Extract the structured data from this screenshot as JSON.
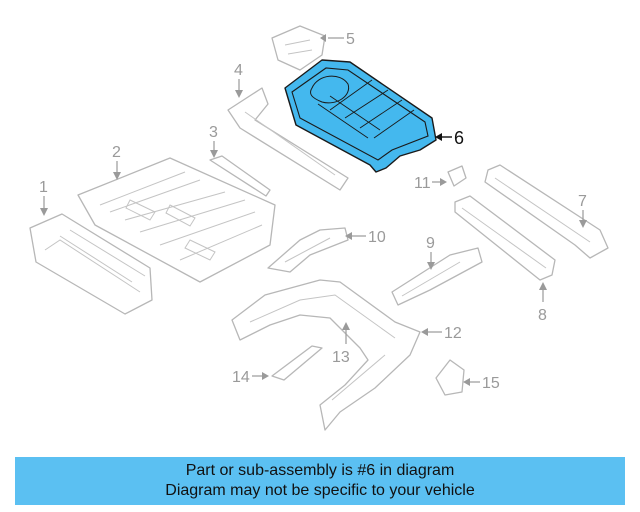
{
  "diagram": {
    "highlight_color": "#44b8ee",
    "callouts": [
      "1",
      "2",
      "3",
      "4",
      "5",
      "6",
      "7",
      "8",
      "9",
      "10",
      "11",
      "12",
      "13",
      "14",
      "15"
    ],
    "highlighted_part": "6"
  },
  "banner": {
    "line1": "Part or sub-assembly is #6 in diagram",
    "line2": "Diagram may not be specific to your vehicle",
    "background": "#5bc0f2"
  }
}
